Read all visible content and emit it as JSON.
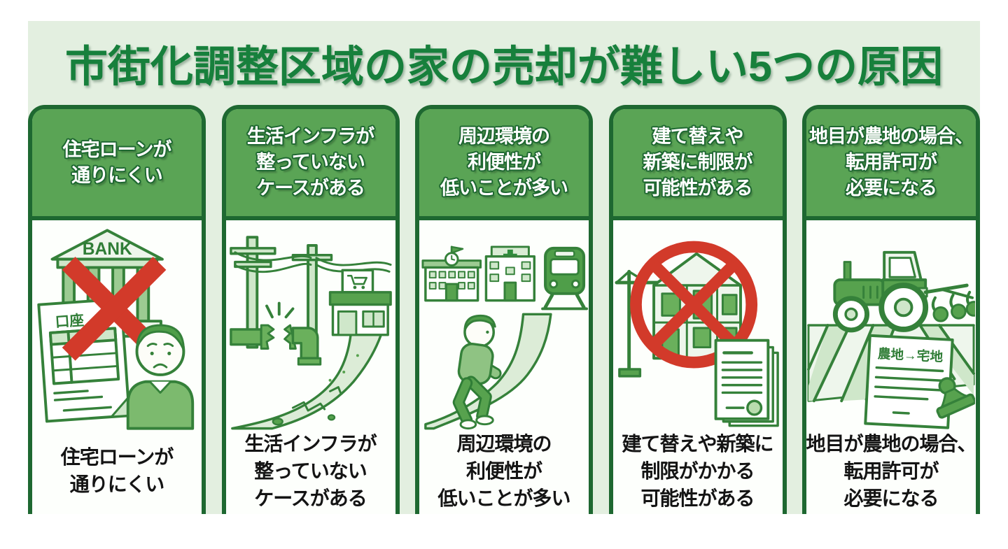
{
  "title": "市街化調整区域の家の売却が難しい5つの原因",
  "colors": {
    "page_bg": "#ffffff",
    "panel_bg": "#e3efe0",
    "title_green": "#17803c",
    "card_border": "#1e6831",
    "card_header_bg": "#5aa455",
    "header_text": "#ffffff",
    "caption_text": "#141414",
    "prohibit_red": "#d23a2a",
    "illustration_stroke": "#35813a",
    "illustration_light_green": "#cfe7ca",
    "illustration_mid_green": "#57a24e"
  },
  "cards": [
    {
      "header_lines": [
        "住宅ローンが",
        "通りにくい",
        ""
      ],
      "caption_lines": [
        "住宅ローンが",
        "通りにくい",
        ""
      ],
      "illustration": "bank-loan-rejected",
      "labels": {
        "bank_sign": "BANK",
        "document_title": "口座"
      }
    },
    {
      "header_lines": [
        "生活インフラが",
        "整っていない",
        "ケースがある"
      ],
      "caption_lines": [
        "生活インフラが",
        "整っていない",
        "ケースがある"
      ],
      "illustration": "missing-infrastructure",
      "labels": {}
    },
    {
      "header_lines": [
        "周辺環境の",
        "利便性が",
        "低いことが多い"
      ],
      "caption_lines": [
        "周辺環境の",
        "利便性が",
        "低いことが多い"
      ],
      "illustration": "low-convenience-surroundings",
      "labels": {}
    },
    {
      "header_lines": [
        "建て替えや",
        "新築に制限が",
        "可能性がある"
      ],
      "caption_lines": [
        "建て替えや新築に",
        "制限がかかる",
        "可能性がある"
      ],
      "illustration": "rebuild-restriction",
      "labels": {}
    },
    {
      "header_lines": [
        "地目が農地の場合、",
        "転用許可が",
        "必要になる"
      ],
      "caption_lines": [
        "地目が農地の場合、",
        "転用許可が",
        "必要になる"
      ],
      "illustration": "farmland-conversion-permit",
      "labels": {
        "document_title": "農地→宅地"
      }
    }
  ]
}
